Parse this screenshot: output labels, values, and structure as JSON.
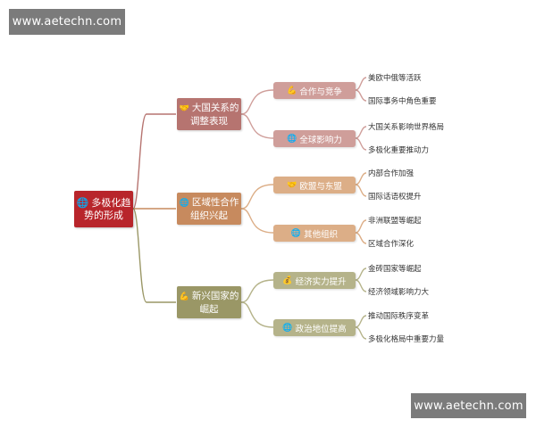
{
  "watermark": {
    "text": "www.aetechn.com"
  },
  "root": {
    "icon": "globe-icon",
    "line1": "多极化趋",
    "line2": "势的形成"
  },
  "colors": {
    "root": "#b8252b",
    "branch_red": "#b67470",
    "branch_orange": "#c78a5e",
    "branch_olive": "#9a9766"
  },
  "branches": [
    {
      "icon": "handshake-icon",
      "line1": "大国关系的",
      "line2": "调整表现",
      "subs": [
        {
          "icon": "flexed-arm-icon",
          "label": "合作与竞争",
          "leaves": [
            "美欧中俄等活跃",
            "国际事务中角色重要"
          ]
        },
        {
          "icon": "globe-icon",
          "label": "全球影响力",
          "leaves": [
            "大国关系影响世界格局",
            "多极化重要推动力"
          ]
        }
      ]
    },
    {
      "icon": "globe-icon",
      "line1": "区域性合作",
      "line2": "组织兴起",
      "subs": [
        {
          "icon": "handshake-icon",
          "label": "欧盟与东盟",
          "leaves": [
            "内部合作加强",
            "国际话语权提升"
          ]
        },
        {
          "icon": "globe-icon",
          "label": "其他组织",
          "leaves": [
            "非洲联盟等崛起",
            "区域合作深化"
          ]
        }
      ]
    },
    {
      "icon": "flexed-arm-icon",
      "line1": "新兴国家的",
      "line2": "崛起",
      "subs": [
        {
          "icon": "money-bag-icon",
          "label": "经济实力提升",
          "leaves": [
            "金砖国家等崛起",
            "经济领域影响力大"
          ]
        },
        {
          "icon": "globe-icon",
          "label": "政治地位提高",
          "leaves": [
            "推动国际秩序变革",
            "多极化格局中重要力量"
          ]
        }
      ]
    }
  ]
}
